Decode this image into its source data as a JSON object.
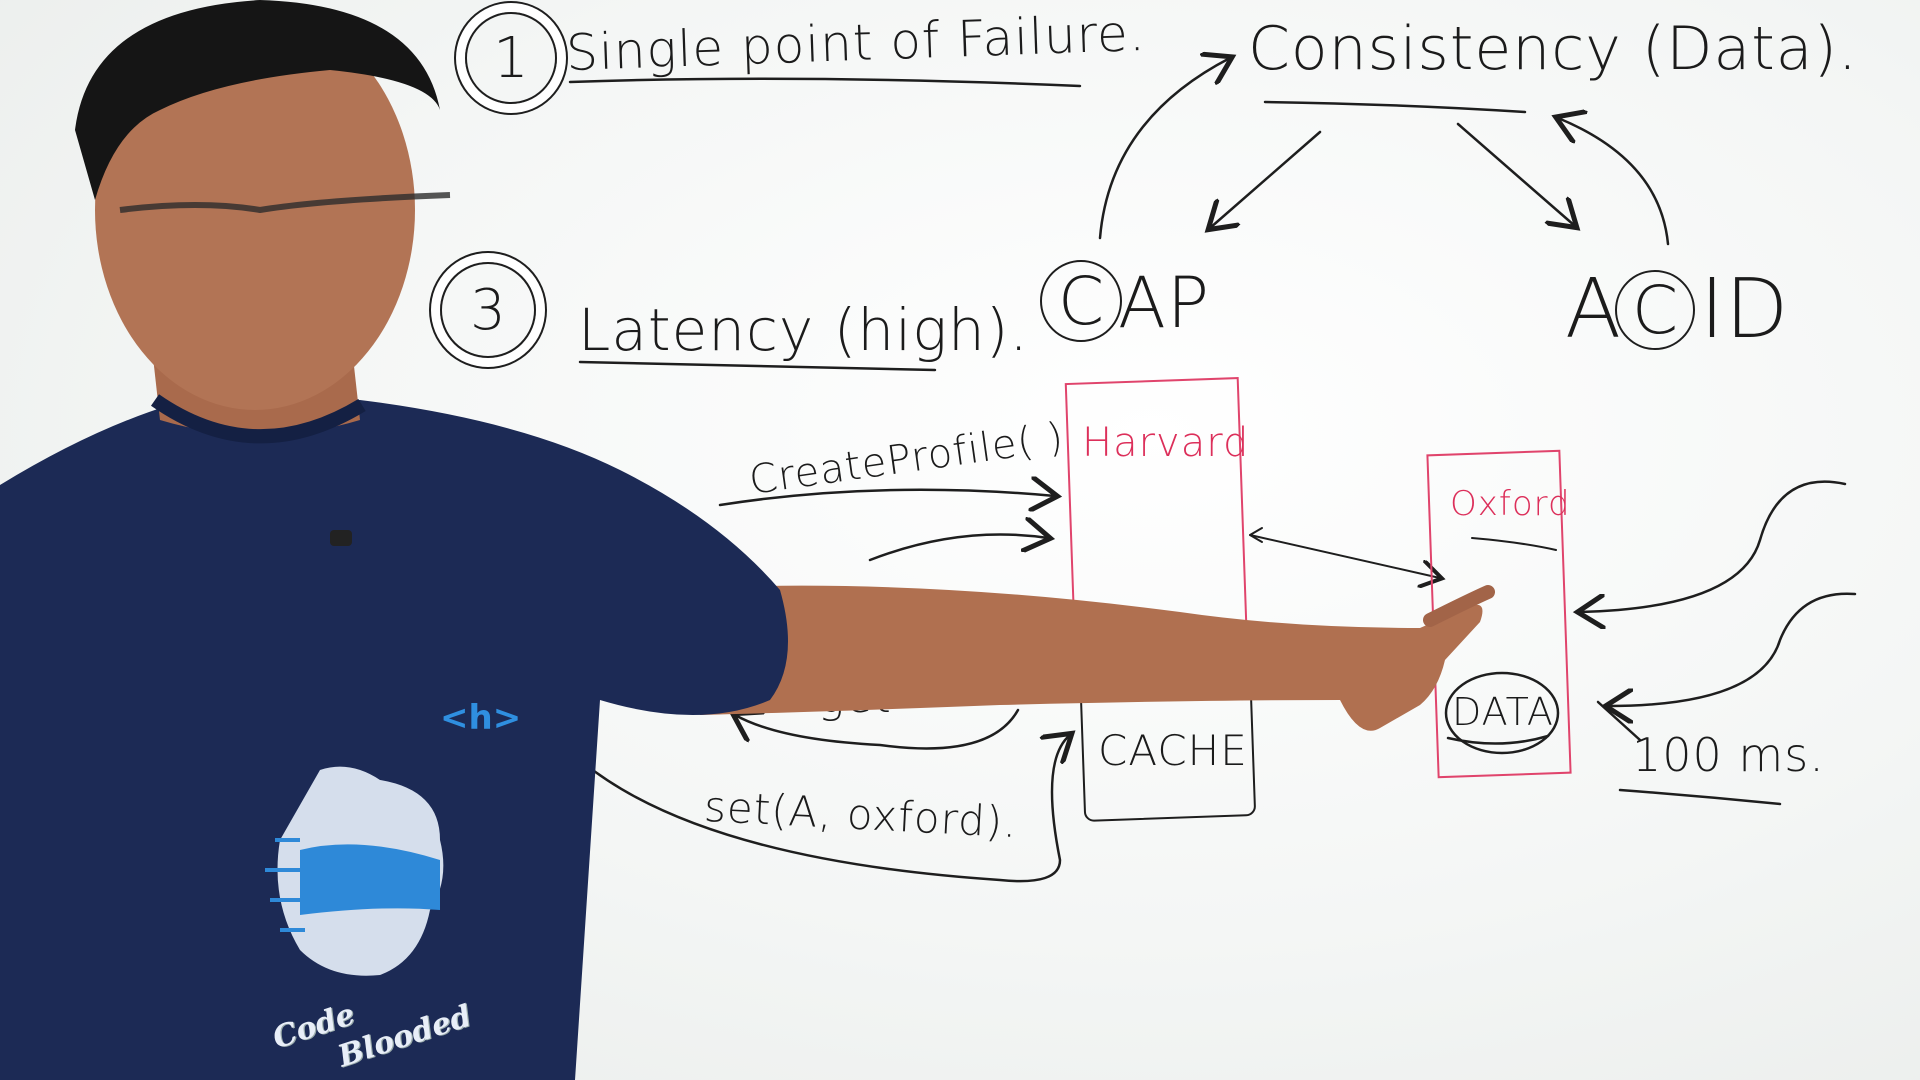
{
  "board": {
    "item1": {
      "number": "1",
      "text": "Single point of Failure."
    },
    "item3": {
      "number": "3",
      "text": "Latency (high)."
    },
    "consistency": "Consistency (Data).",
    "cap": {
      "c": "C",
      "rest": "AP"
    },
    "acid": {
      "a": "A",
      "c": "C",
      "rest": "ID"
    },
    "create_profile": "CreateProfile( )",
    "harvard": "Harvard",
    "oxford": "Oxford",
    "data": "DATA",
    "cache": "CACHE",
    "get_fragment": "get",
    "set_call": "set(A, oxford).",
    "latency_value": "100 ms."
  },
  "shirt": {
    "logo": "<h>",
    "brand_line1": "Code",
    "brand_line2": "Blooded"
  },
  "colors": {
    "marker_black": "#1b1b1b",
    "marker_red": "#dc2f5a",
    "shirt_navy": "#1c2a55",
    "logo_blue": "#2f8fe0"
  }
}
